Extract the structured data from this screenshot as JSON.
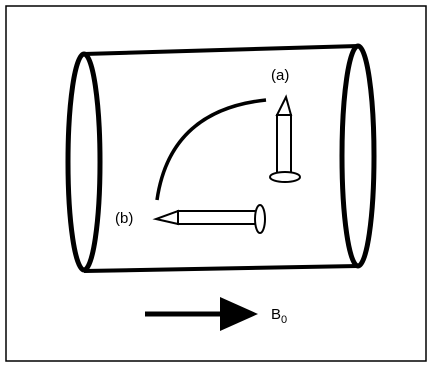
{
  "labels": {
    "a": "(a)",
    "b": "(b)",
    "field_symbol": "B",
    "field_subscript": "0"
  },
  "colors": {
    "stroke": "#000000",
    "background": "#ffffff"
  }
}
